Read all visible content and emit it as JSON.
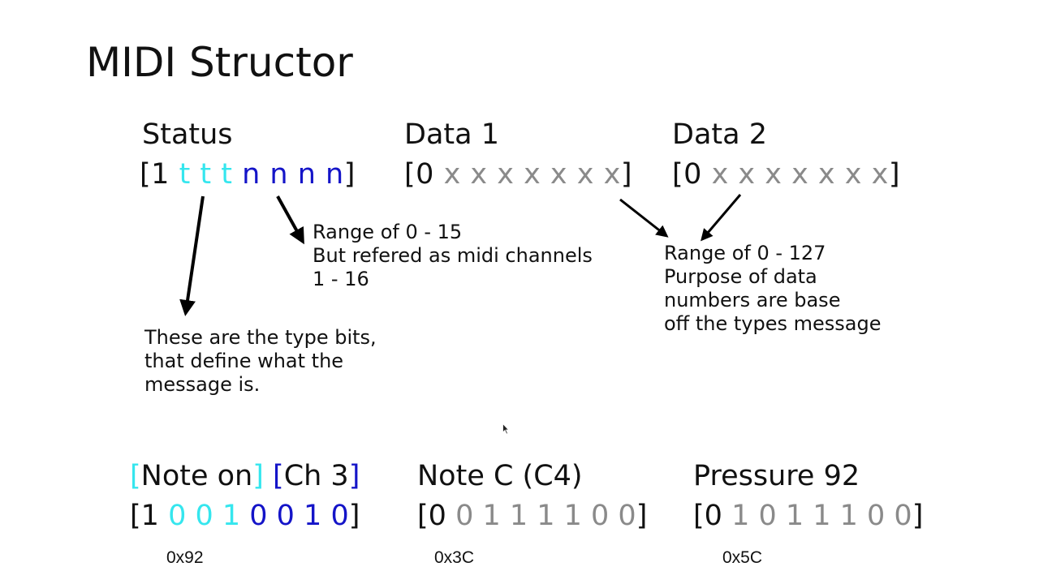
{
  "title": "MIDI Structor",
  "colors": {
    "type_bits": "#35e6ee",
    "channel_bits": "#1414c8",
    "data_bits": "#8a8a8a",
    "text": "#111111"
  },
  "structure": {
    "status": {
      "heading": "Status",
      "open": "[1 ",
      "type_bits": "t t t",
      "channel_bits": "n n n n",
      "close": "]"
    },
    "data1": {
      "heading": "Data 1",
      "open": "[0 ",
      "bits": "x x x x x x x",
      "close": "]"
    },
    "data2": {
      "heading": "Data 2",
      "open": "[0 ",
      "bits": "x x x x x x x",
      "close": "]"
    }
  },
  "annotations": {
    "channels": "Range of 0 - 15\nBut refered as midi channels\n1 - 16",
    "type_bits": "These are the type bits,\nthat define what the\nmessage is.",
    "data_range": "Range of 0 - 127\nPurpose of data\nnumbers are base\noff the types message"
  },
  "example": {
    "status": {
      "type_open": "[",
      "type_label": "Note on",
      "type_close": "]",
      "ch_open": "[",
      "ch_label": "Ch 3",
      "ch_close": "]",
      "open": "[1 ",
      "type_bits": "0 0 1",
      "channel_bits": "0 0 1 0",
      "close": "]",
      "hex": "0x92"
    },
    "data1": {
      "heading": "Note C (C4)",
      "open": "[0 ",
      "bits": "0 1 1 1 1 0 0",
      "close": "]",
      "hex": "0x3C"
    },
    "data2": {
      "heading": "Pressure 92",
      "open": "[0 ",
      "bits": "1 0 1 1 1 0 0",
      "close": "]",
      "hex": "0x5C"
    }
  }
}
